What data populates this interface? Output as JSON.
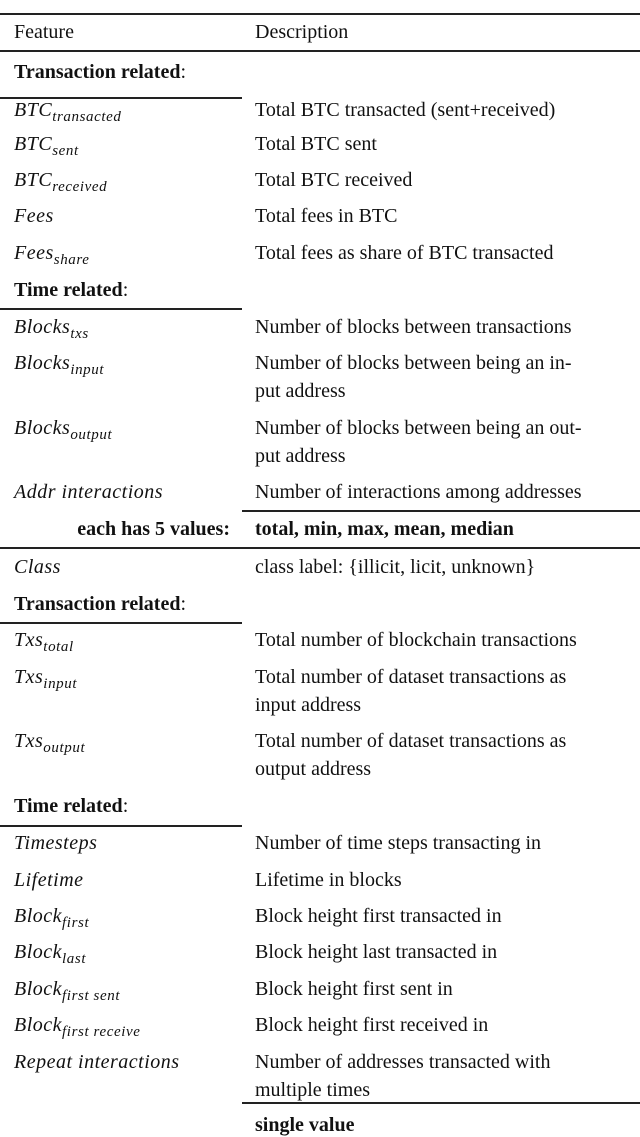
{
  "table": {
    "header": {
      "feature": "Feature",
      "description": "Description"
    },
    "rows": [
      {
        "kind": "section",
        "label": "Transaction related",
        "suffix": ":"
      },
      {
        "feature": "BTC",
        "sub": "transacted",
        "description": [
          "Total BTC transacted (sent+received)"
        ]
      },
      {
        "feature": "BTC",
        "sub": "sent",
        "description": [
          "Total BTC sent"
        ]
      },
      {
        "feature": "BTC",
        "sub": "received",
        "description": [
          "Total BTC received"
        ]
      },
      {
        "feature": "Fees",
        "description": [
          "Total fees in BTC"
        ]
      },
      {
        "feature": "Fees",
        "sub": "share",
        "description": [
          "Total fees as share of BTC transacted"
        ]
      },
      {
        "kind": "section",
        "label": "Time related",
        "suffix": ":"
      },
      {
        "feature": "Blocks",
        "sub": "txs",
        "description": [
          "Number of blocks between transactions"
        ]
      },
      {
        "feature": "Blocks",
        "sub": "input",
        "description": [
          "Number of blocks between being an in-",
          "put address"
        ]
      },
      {
        "feature": "Blocks",
        "sub": "output",
        "description": [
          "Number of blocks between being an out-",
          "put address"
        ]
      },
      {
        "feature": "Addr interactions",
        "description": [
          "Number of interactions among addresses"
        ]
      },
      {
        "kind": "summary",
        "label": "each has 5 values:",
        "value": "total, min, max, mean, median"
      },
      {
        "feature": "Class",
        "description": [
          "class label: {illicit, licit, unknown}"
        ]
      },
      {
        "kind": "section",
        "label": "Transaction related",
        "suffix": ":"
      },
      {
        "feature": "Txs",
        "sub": "total",
        "description": [
          "Total number of blockchain transactions"
        ]
      },
      {
        "feature": "Txs",
        "sub": "input",
        "description": [
          "Total number of dataset transactions as",
          "input address"
        ]
      },
      {
        "feature": "Txs",
        "sub": "output",
        "description": [
          "Total number of dataset transactions as",
          "output address"
        ]
      },
      {
        "kind": "section",
        "label": "Time related",
        "suffix": ":"
      },
      {
        "feature": "Timesteps",
        "description": [
          "Number of time steps transacting in"
        ]
      },
      {
        "feature": "Lifetime",
        "description": [
          "Lifetime in blocks"
        ]
      },
      {
        "feature": "Block",
        "sub": "first",
        "description": [
          "Block height first transacted in"
        ]
      },
      {
        "feature": "Block",
        "sub": "last",
        "description": [
          "Block height last transacted in"
        ]
      },
      {
        "feature": "Block",
        "sub": "first sent",
        "description": [
          "Block height first sent in"
        ]
      },
      {
        "feature": "Block",
        "sub": "first receive",
        "description": [
          "Block height first received in"
        ]
      },
      {
        "feature": "Repeat interactions",
        "description": [
          "Number of addresses transacted with",
          "multiple times"
        ]
      },
      {
        "kind": "summary",
        "label": "",
        "value": "single value"
      }
    ]
  }
}
